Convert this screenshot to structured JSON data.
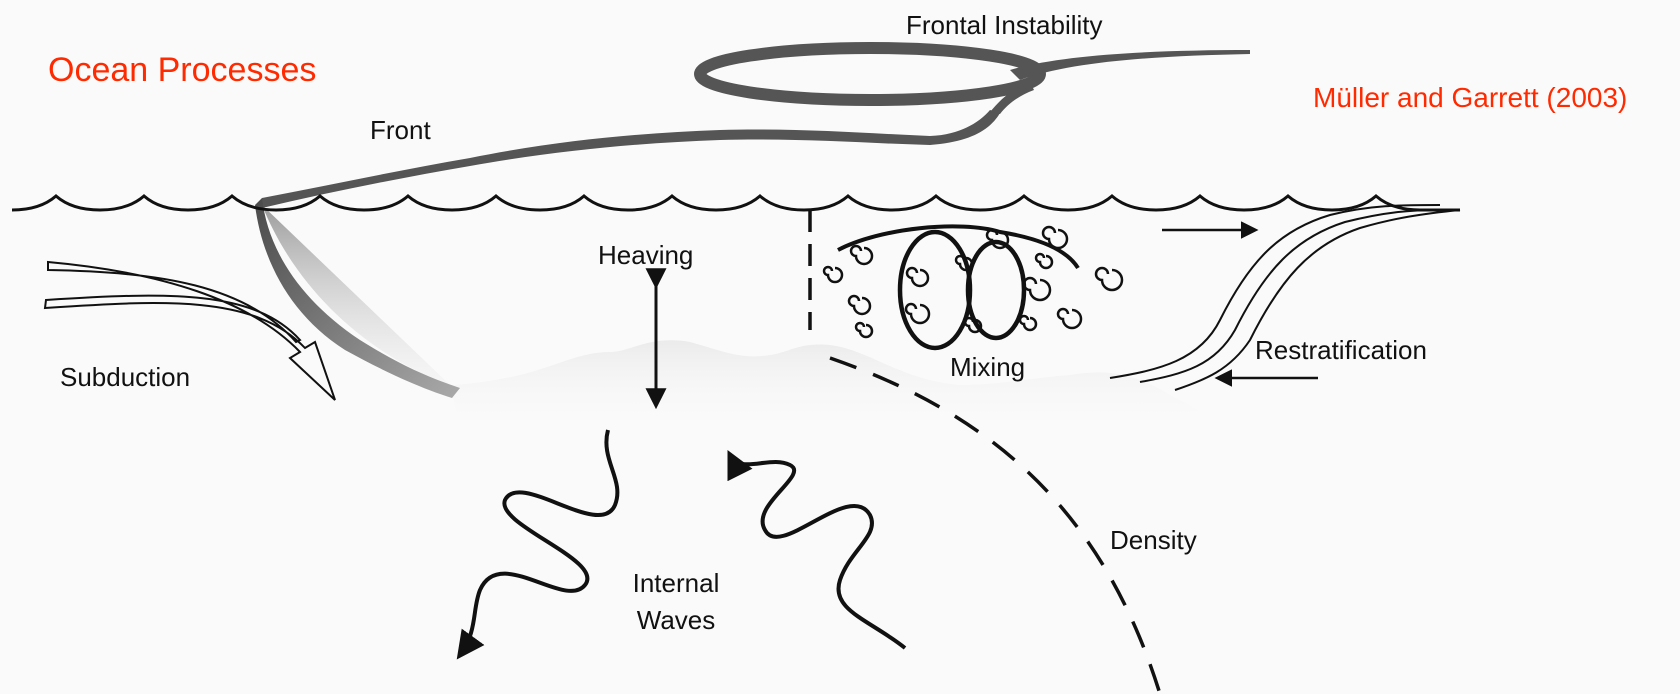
{
  "slide": {
    "title": "Ocean Processes",
    "citation": "Müller and Garrett (2003)",
    "title_color": "#ff2a00"
  },
  "labels": {
    "frontal_instability": "Frontal Instability",
    "front": "Front",
    "heaving": "Heaving",
    "subduction": "Subduction",
    "mixing": "Mixing",
    "restratification": "Restratification",
    "density": "Density",
    "internal_waves_line1": "Internal",
    "internal_waves_line2": "Waves"
  }
}
